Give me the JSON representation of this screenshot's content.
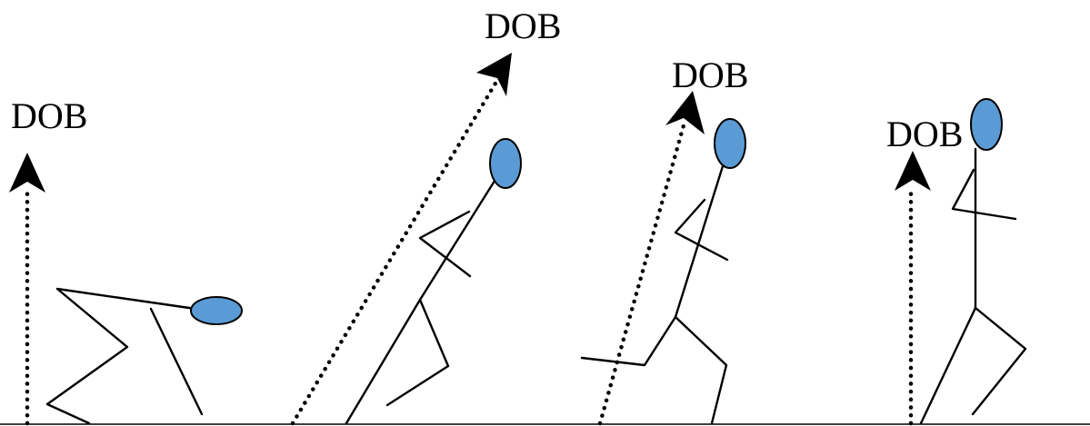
{
  "diagram": {
    "colors": {
      "head_fill": "#5b9bd5",
      "ink": "#000000",
      "background": "#ffffff"
    },
    "figures": [
      {
        "label": "DOB"
      },
      {
        "label": "DOB"
      },
      {
        "label": "DOB"
      },
      {
        "label": "DOB"
      }
    ]
  }
}
